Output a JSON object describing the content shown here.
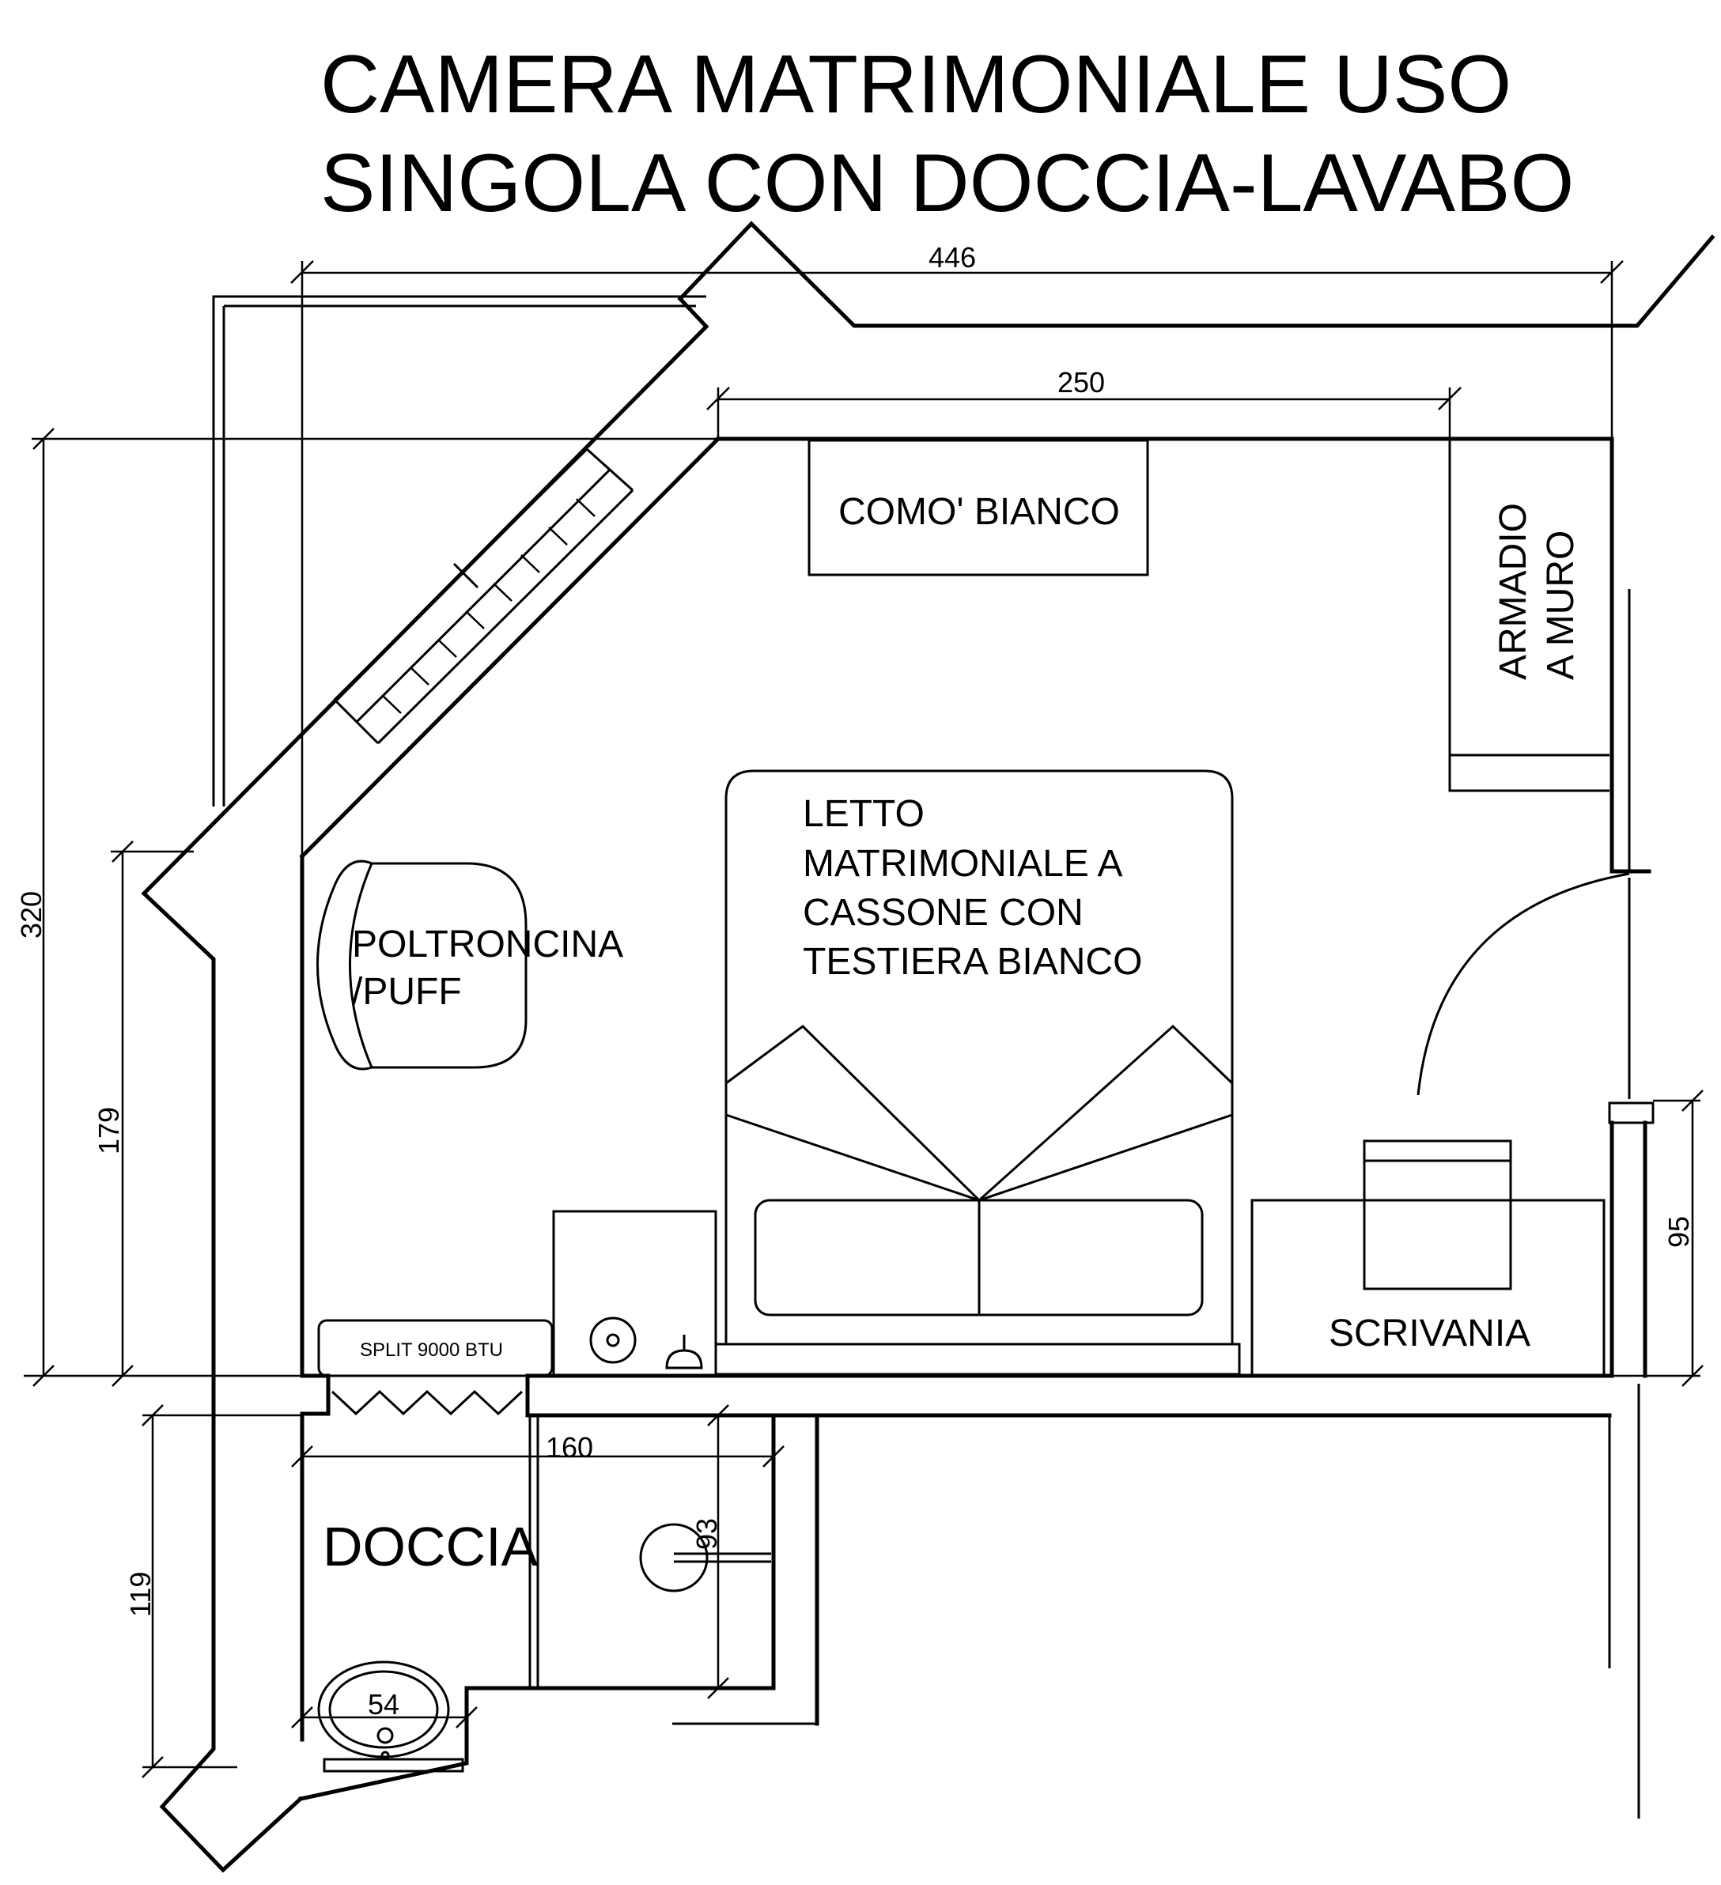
{
  "title": {
    "line1": "CAMERA MATRIMONIALE USO",
    "line2": "SINGOLA CON DOCCIA-LAVABO"
  },
  "labels": {
    "como": "COMO' BIANCO",
    "armadio_line1": "ARMADIO",
    "armadio_line2": "A MURO",
    "poltroncina_line1": "POLTRONCINA",
    "poltroncina_line2": "/PUFF",
    "letto_line1": "LETTO",
    "letto_line2": "MATRIMONIALE A",
    "letto_line3": "CASSONE CON",
    "letto_line4": "TESTIERA BIANCO",
    "scrivania": "SCRIVANIA",
    "split": "SPLIT 9000 BTU",
    "doccia": "DOCCIA"
  },
  "dimensions": {
    "width_total": "446",
    "width_inner": "250",
    "height_total": "320",
    "height_left_wall": "179",
    "height_bath": "119",
    "height_door_side": "95",
    "bath_width": "160",
    "basin_depth": "93",
    "basin_width": "54"
  },
  "colors": {
    "ink": "#000000",
    "paper": "#ffffff"
  }
}
